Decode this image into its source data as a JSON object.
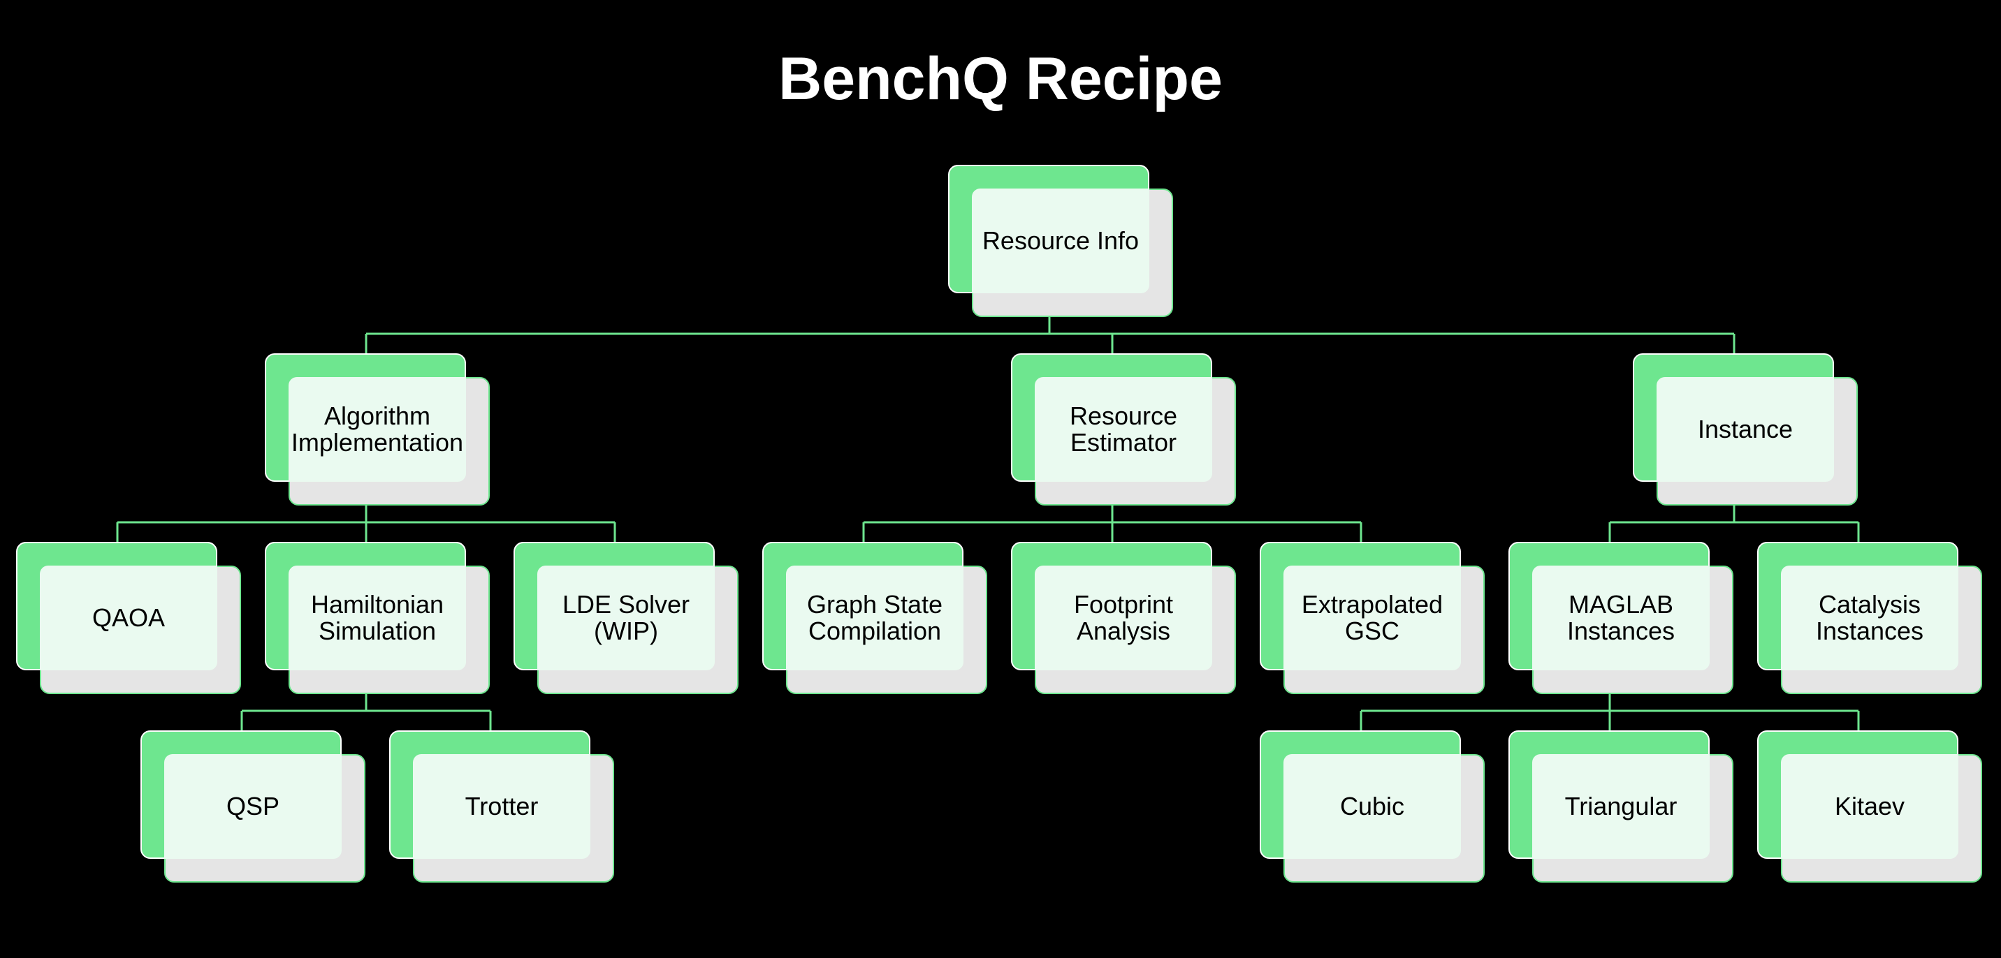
{
  "title": "BenchQ Recipe",
  "colors": {
    "background": "#000000",
    "node_green": "#6ee68f",
    "node_front": "#eafaf0",
    "node_shadow": "#e5e5e5",
    "connector": "#6ee68f"
  },
  "nodes": {
    "resource_info": "Resource Info",
    "algorithm_implementation": "Algorithm\nImplementation",
    "resource_estimator": "Resource\nEstimator",
    "instance": "Instance",
    "qaoa": "QAOA",
    "hamiltonian_simulation": "Hamiltonian\nSimulation",
    "lde_solver": "LDE Solver\n(WIP)",
    "graph_state_compilation": "Graph State\nCompilation",
    "footprint_analysis": "Footprint\nAnalysis",
    "extrapolated_gsc": "Extrapolated\nGSC",
    "maglab_instances": "MAGLAB\nInstances",
    "catalysis_instances": "Catalysis\nInstances",
    "qsp": "QSP",
    "trotter": "Trotter",
    "cubic": "Cubic",
    "triangular": "Triangular",
    "kitaev": "Kitaev"
  }
}
